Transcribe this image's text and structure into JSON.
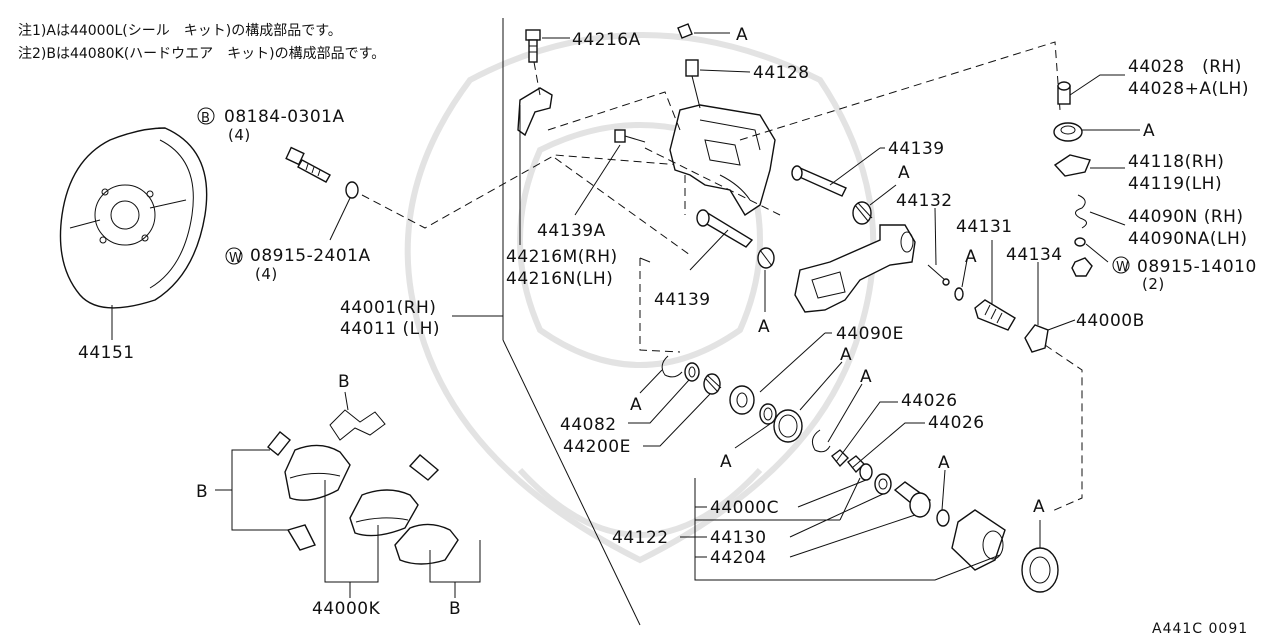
{
  "notes": [
    "注1)Aは44000L(シール　キット)の構成部品です。",
    "注2)Bは44080K(ハードウエア　キット)の構成部品です。"
  ],
  "labels": {
    "p44216A": "44216A",
    "a_top": "A",
    "p44128": "44128",
    "p44028_rh": "44028　(RH)",
    "p44028a_lh": "44028+A(LH)",
    "a_44028": "A",
    "p44118": "44118(RH)",
    "p44119": "44119(LH)",
    "p44090n": "44090N (RH)",
    "p44090na": "44090NA(LH)",
    "w_circle": "W",
    "p08915_14010": "08915-14010",
    "qty_2": "(2)",
    "p44000b": "44000B",
    "p44134": "44134",
    "p44131": "44131",
    "a_44131": "A",
    "p44132": "44132",
    "a_44132": "A",
    "p44139_top": "44139",
    "p44139a": "44139A",
    "p44216m": "44216M(RH)",
    "p44216n": "44216N(LH)",
    "p44139_mid": "44139",
    "a_44139": "A",
    "b_circle": "B",
    "p08184": "08184-0301A",
    "qty_4a": "(4)",
    "p08915_2401": "08915-2401A",
    "qty_4b": "(4)",
    "p44151": "44151",
    "p44001": "44001(RH)",
    "p44011": "44011 (LH)",
    "p44090e": "44090E",
    "a_1": "A",
    "a_2": "A",
    "a_3": "A",
    "a_4": "A",
    "p44082": "44082",
    "p44200e": "44200E",
    "p44026_1": "44026",
    "p44026_2": "44026",
    "p44000c": "44000C",
    "p44122": "44122",
    "p44130": "44130",
    "p44204": "44204",
    "a_5": "A",
    "a_6": "A",
    "b_pads_top": "B",
    "b_pads_left": "B",
    "b_pads_bottom": "B",
    "p44000k": "44000K",
    "footer_code": "A441C 0091"
  }
}
